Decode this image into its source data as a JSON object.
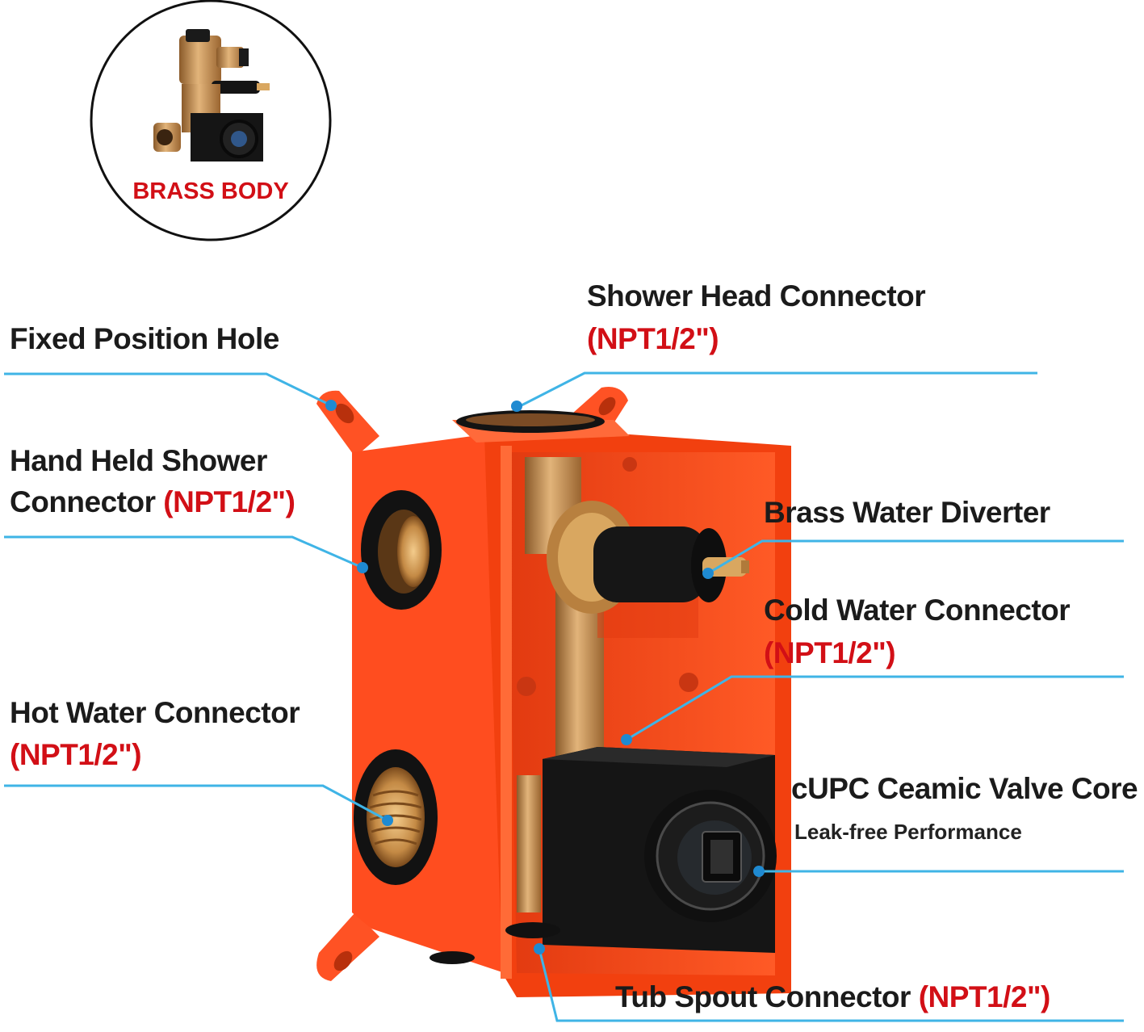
{
  "inset": {
    "label": "BRASS BODY"
  },
  "callouts": {
    "fixed_position_hole": {
      "label": "Fixed Position Hole"
    },
    "shower_head": {
      "label": "Shower Head Connector",
      "spec": "(NPT1/2\")"
    },
    "hand_held": {
      "label_line1": "Hand Held Shower",
      "label_line2": "Connector",
      "spec": "(NPT1/2\")"
    },
    "brass_diverter": {
      "label": "Brass Water Diverter"
    },
    "cold_water": {
      "label": "Cold Water Connector",
      "spec": "(NPT1/2\")"
    },
    "hot_water": {
      "label": "Hot Water Connector",
      "spec": "(NPT1/2\")"
    },
    "valve_core": {
      "label": "cUPC Ceamic Valve Core",
      "note": "Leak-free Performance"
    },
    "tub_spout": {
      "label": "Tub Spout Connector",
      "spec": "(NPT1/2\")"
    }
  },
  "colors": {
    "leader_line": "#3fb4e6",
    "spec_text": "#d20f16",
    "housing": "#ff4d1f",
    "brass": "#c89452",
    "black_trim": "#151515"
  }
}
